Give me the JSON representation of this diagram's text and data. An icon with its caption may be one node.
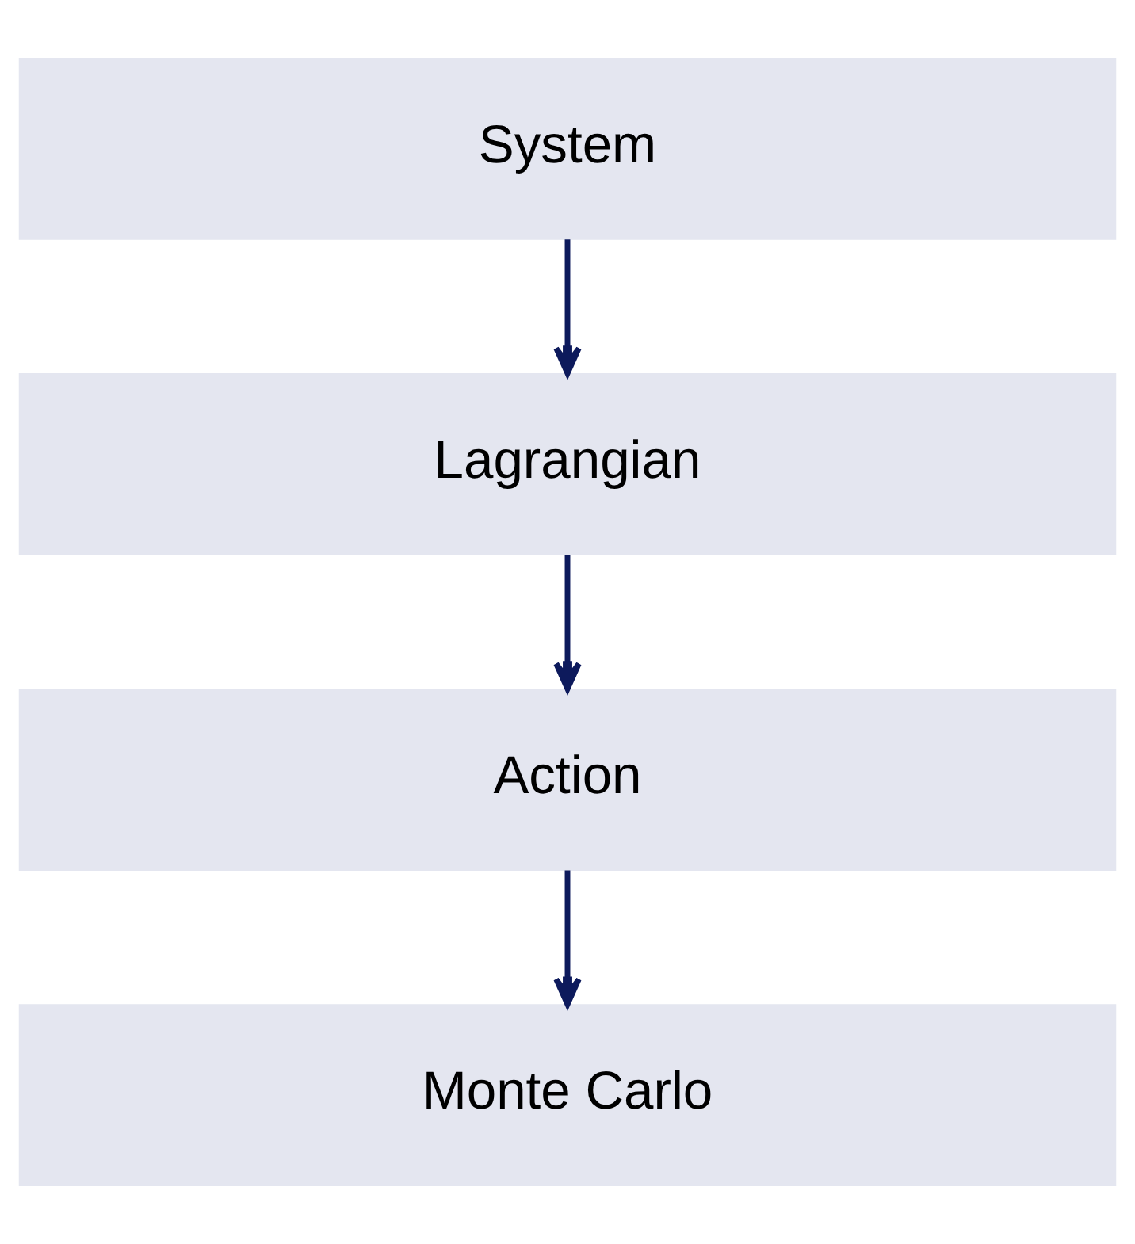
{
  "diagram": {
    "nodes": [
      {
        "text": [
          "System"
        ]
      },
      {
        "text": [
          "Lagrangian"
        ]
      },
      {
        "text": [
          "Action"
        ]
      },
      {
        "text": [
          "Monte Carlo"
        ]
      }
    ],
    "edges": [
      {
        "from": 0,
        "to": 1,
        "arrow": "to"
      },
      {
        "from": 1,
        "to": 2,
        "arrow": "to"
      },
      {
        "from": 2,
        "to": 3,
        "arrow": "to"
      }
    ]
  }
}
